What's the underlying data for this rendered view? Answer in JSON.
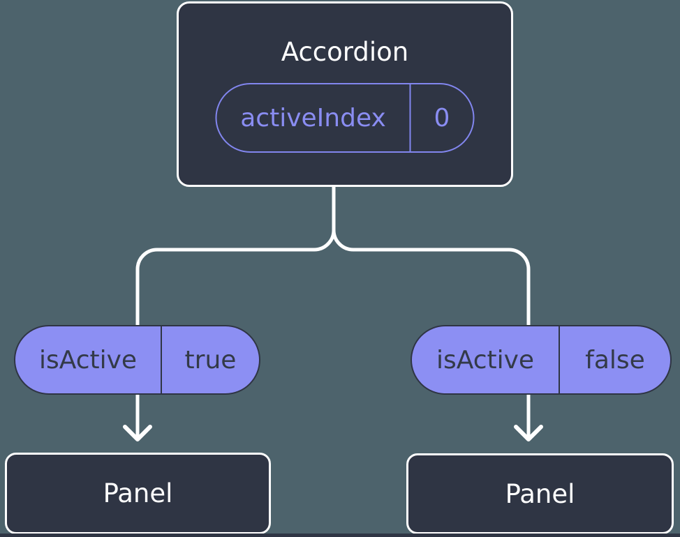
{
  "colors": {
    "background": "#4d636c",
    "node_fill": "#2f3544",
    "node_border": "#ffffff",
    "prop_pill_fill": "#8c8ff3",
    "prop_pill_outline": "#8286ef",
    "prop_text_on_purple": "#333a48",
    "prop_text_purple": "#8a8df2",
    "connector": "#ffffff"
  },
  "tree": {
    "root": {
      "title": "Accordion",
      "prop": {
        "name": "activeIndex",
        "value": "0"
      }
    },
    "children": [
      {
        "prop": {
          "name": "isActive",
          "value": "true"
        },
        "node": {
          "title": "Panel"
        }
      },
      {
        "prop": {
          "name": "isActive",
          "value": "false"
        },
        "node": {
          "title": "Panel"
        }
      }
    ]
  }
}
